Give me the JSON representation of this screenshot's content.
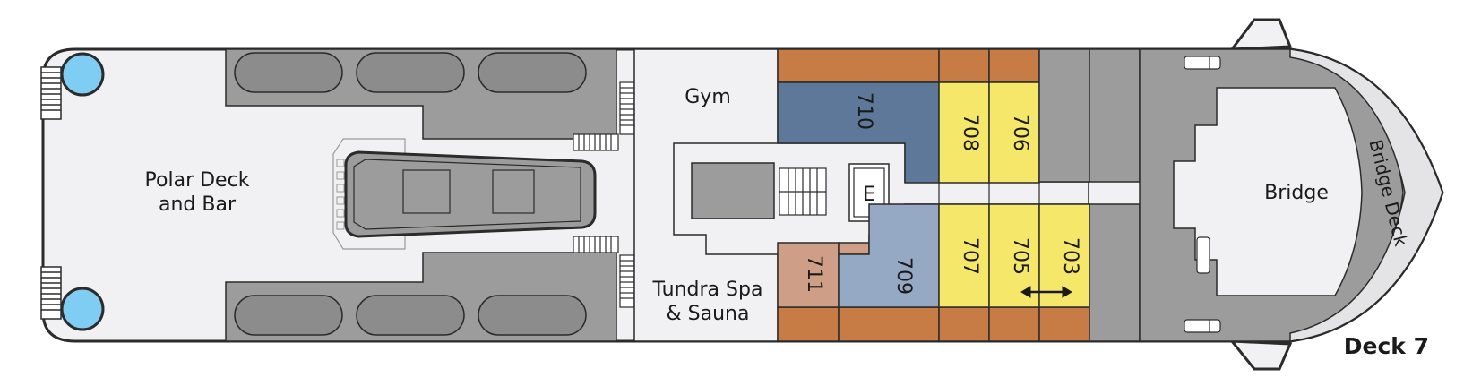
{
  "deck": {
    "title": "Deck 7"
  },
  "areas": {
    "polar_deck": [
      "Polar Deck",
      "and Bar"
    ],
    "gym": "Gym",
    "spa": [
      "Tundra Spa",
      "& Sauna"
    ],
    "bridge": "Bridge",
    "bridge_deck": "Bridge Deck",
    "elevator": "E"
  },
  "cabins": {
    "c710": "710",
    "c708": "708",
    "c706": "706",
    "c711": "711",
    "c709": "709",
    "c707": "707",
    "c705": "705",
    "c703": "703"
  },
  "colors": {
    "hull": "#f1f1f3",
    "outline": "#2b2b2b",
    "gray": "#9c9c9c",
    "dark_gray": "#8a8a8a",
    "orange": "#c87c45",
    "blue_dark": "#5d7898",
    "blue_light": "#95a9c4",
    "salmon": "#cf9e86",
    "yellow": "#f5e76a",
    "pool": "#7fcdf2"
  }
}
